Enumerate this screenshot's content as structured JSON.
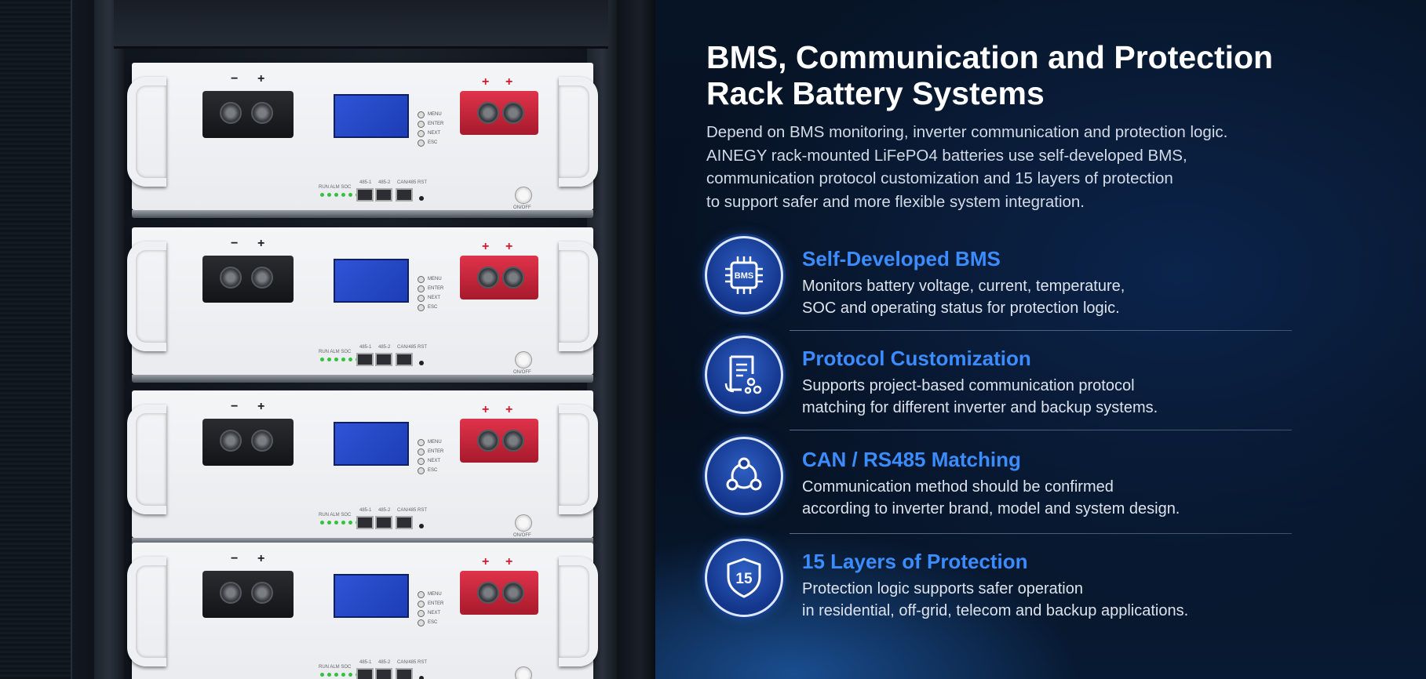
{
  "heading": {
    "line1": "BMS, Communication and Protection",
    "line2": "Rack Battery Systems"
  },
  "intro": {
    "line1": "Depend on BMS monitoring, inverter communication and protection logic.",
    "line2": "AINEGY rack-mounted LiFePO4 batteries use self-developed BMS,",
    "line3": "communication protocol customization and 15 layers of protection",
    "line4": "to support safer and more flexible system integration."
  },
  "features": [
    {
      "icon": "bms-chip-icon",
      "icon_label": "BMS",
      "title": "Self-Developed BMS",
      "desc1": "Monitors battery voltage, current, temperature,",
      "desc2": "SOC and operating status for protection logic."
    },
    {
      "icon": "protocol-document-icon",
      "title": "Protocol Customization",
      "desc1": "Supports project-based communication protocol",
      "desc2": "matching for different inverter and backup systems."
    },
    {
      "icon": "network-nodes-icon",
      "title": "CAN / RS485 Matching",
      "desc1": "Communication method should be confirmed",
      "desc2": "according to inverter brand, model and system design."
    },
    {
      "icon": "shield-icon",
      "icon_label": "15",
      "title": "15 Layers of Protection",
      "desc1": "Protection logic supports safer operation",
      "desc2": "in residential, off-grid, telecom and backup applications."
    }
  ],
  "battery_labels": {
    "neg": "−",
    "pos": "+",
    "menu": "MENU",
    "enter": "ENTER",
    "next": "NEXT",
    "esc": "ESC",
    "run_alm_soc": "RUN  ALM   SOC",
    "port1": "485-1",
    "port2": "485-2",
    "port3": "CAN/485",
    "rst": "RST",
    "onoff": "ON/OFF"
  },
  "colors": {
    "accent_blue": "#3a8cff",
    "terminal_red": "#d0182f",
    "lcd_blue": "#2f54d6"
  }
}
